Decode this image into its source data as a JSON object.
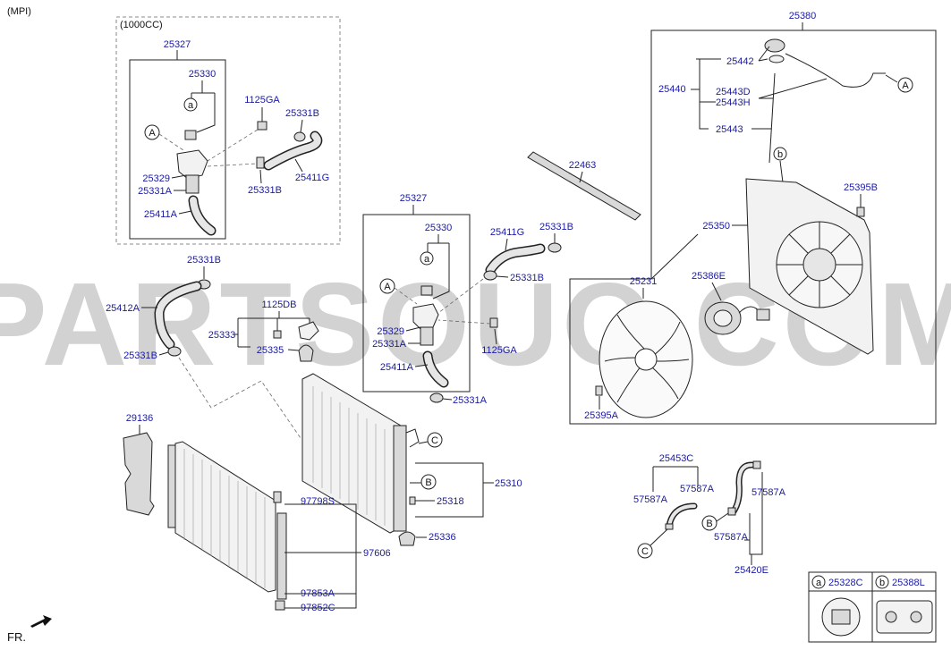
{
  "header": {
    "variant": "(MPI)",
    "sub_variant": "(1000CC)"
  },
  "watermark": "PARTSOUQ.COM",
  "direction_label": "FR.",
  "part_labels": {
    "p25327_a": "25327",
    "p25330_a": "25330",
    "p1125ga_a": "1125GA",
    "p25331b_a": "25331B",
    "p25329_a": "25329",
    "p25331a_a": "25331A",
    "p25331b_b": "25331B",
    "p25411g_a": "25411G",
    "p25411a_a": "25411A",
    "p25331b_c": "25331B",
    "p25412a": "25412A",
    "p1125db": "1125DB",
    "p25333": "25333",
    "p25335": "25335",
    "p25331b_d": "25331B",
    "p25327_b": "25327",
    "p25330_b": "25330",
    "p25411g_b": "25411G",
    "p25331b_e": "25331B",
    "p25331b_f": "25331B",
    "p25329_b": "25329",
    "p25331a_b": "25331A",
    "p1125ga_b": "1125GA",
    "p25411a_b": "25411A",
    "p25331a_c": "25331A",
    "p22463": "22463",
    "p25380": "25380",
    "p25442": "25442",
    "p25440": "25440",
    "p25443d": "25443D",
    "p25443h": "25443H",
    "p25443": "25443",
    "p25395b": "25395B",
    "p25350": "25350",
    "p25231": "25231",
    "p25386e": "25386E",
    "p25395a": "25395A",
    "p29136": "29136",
    "p25310": "25310",
    "p25318": "25318",
    "p97798s": "97798S",
    "p97606": "97606",
    "p25336": "25336",
    "p97853a": "97853A",
    "p97852c": "97852C",
    "p25453c": "25453C",
    "p57587a_1": "57587A",
    "p57587a_2": "57587A",
    "p57587a_3": "57587A",
    "p57587a_4": "57587A",
    "p25420e": "25420E"
  },
  "callouts": {
    "a1": "a",
    "A1": "A",
    "a2": "a",
    "A2": "A",
    "A3": "A",
    "b1": "b",
    "C1": "C",
    "B1": "B",
    "C2": "C",
    "B2": "B"
  },
  "legend": {
    "item_a": {
      "letter": "a",
      "code": "25328C"
    },
    "item_b": {
      "letter": "b",
      "code": "25388L"
    }
  }
}
